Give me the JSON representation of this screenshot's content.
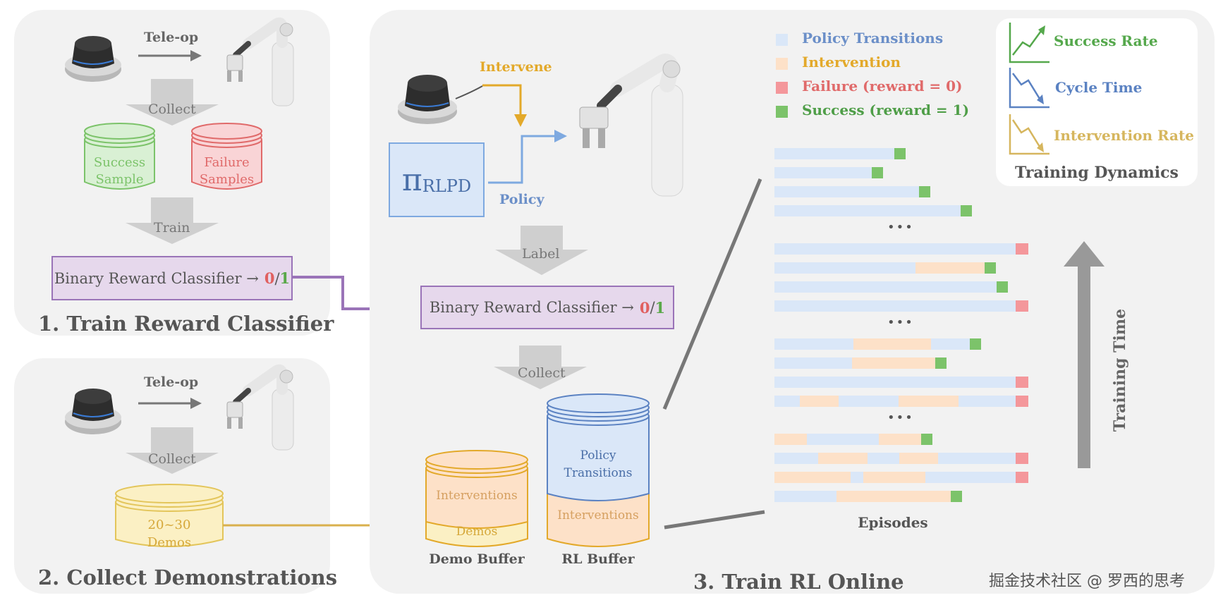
{
  "panel1": {
    "teleop_label": "Tele-op",
    "collect_label": "Collect",
    "success_sample": "Success\nSample",
    "failure_samples": "Failure\nSamples",
    "train_label": "Train",
    "classifier_text": "Binary Reward Classifier →",
    "classifier_zero": "0",
    "classifier_slash": "/",
    "classifier_one": "1",
    "title": "1. Train Reward Classifier"
  },
  "panel2": {
    "teleop_label": "Tele-op",
    "collect_label": "Collect",
    "demos_text": "20~30\nDemos",
    "title": "2. Collect Demonstrations"
  },
  "panel3": {
    "intervene_label": "Intervene",
    "policy_label": "Policy",
    "policy_symbol": "π",
    "policy_subscript": "RLPD",
    "label_arrow": "Label",
    "classifier_text": "Binary Reward Classifier →",
    "classifier_zero": "0",
    "classifier_slash": "/",
    "classifier_one": "1",
    "collect_label": "Collect",
    "demo_buffer_top": "Interventions",
    "demo_buffer_bottom": "Demos",
    "demo_buffer_label": "Demo Buffer",
    "rl_buffer_top": "Policy\nTransitions",
    "rl_buffer_bottom": "Interventions",
    "rl_buffer_label": "RL Buffer",
    "legend": [
      {
        "label": "Policy Transitions",
        "color": "#6b8fc8",
        "swatch": "#dae7f8"
      },
      {
        "label": "Intervention",
        "color": "#e3a92a",
        "swatch": "#fde1c8"
      },
      {
        "label": "Failure (reward = 0)",
        "color": "#e06a6a",
        "swatch": "#f4979b"
      },
      {
        "label": "Success (reward = 1)",
        "color": "#4f9e48",
        "swatch": "#7cc36a"
      }
    ],
    "ellipsis": "•••",
    "episodes_label": "Episodes",
    "training_time_label": "Training Time",
    "dynamics": {
      "items": [
        {
          "label": "Success Rate",
          "color": "#55a84c"
        },
        {
          "label": "Cycle Time",
          "color": "#5b82c2"
        },
        {
          "label": "Intervention Rate",
          "color": "#d6b65e"
        }
      ],
      "title": "Training Dynamics"
    },
    "title": "3. Train RL Online",
    "episodes": [
      {
        "segments": [
          [
            "p",
            170
          ],
          [
            "s",
            16
          ]
        ]
      },
      {
        "segments": [
          [
            "p",
            138
          ],
          [
            "s",
            16
          ]
        ]
      },
      {
        "segments": [
          [
            "p",
            205
          ],
          [
            "s",
            16
          ]
        ]
      },
      {
        "segments": [
          [
            "p",
            264
          ],
          [
            "s",
            16
          ]
        ]
      },
      {
        "ellipsis": true
      },
      {
        "segments": [
          [
            "p",
            342
          ],
          [
            "f",
            18
          ]
        ]
      },
      {
        "segments": [
          [
            "p",
            200
          ],
          [
            "i",
            98
          ],
          [
            "s",
            16
          ]
        ]
      },
      {
        "segments": [
          [
            "p",
            315
          ],
          [
            "s",
            16
          ]
        ]
      },
      {
        "segments": [
          [
            "p",
            342
          ],
          [
            "f",
            18
          ]
        ]
      },
      {
        "ellipsis": true
      },
      {
        "segments": [
          [
            "p",
            112
          ],
          [
            "i",
            110
          ],
          [
            "p",
            55
          ],
          [
            "s",
            16
          ]
        ]
      },
      {
        "segments": [
          [
            "p",
            110
          ],
          [
            "i",
            118
          ],
          [
            "s",
            16
          ]
        ]
      },
      {
        "segments": [
          [
            "p",
            342
          ],
          [
            "f",
            18
          ]
        ]
      },
      {
        "segments": [
          [
            "p",
            36
          ],
          [
            "i",
            55
          ],
          [
            "p",
            85
          ],
          [
            "i",
            85
          ],
          [
            "p",
            81
          ],
          [
            "f",
            18
          ]
        ]
      },
      {
        "ellipsis": true
      },
      {
        "segments": [
          [
            "i",
            46
          ],
          [
            "p",
            102
          ],
          [
            "i",
            60
          ],
          [
            "s",
            16
          ]
        ]
      },
      {
        "segments": [
          [
            "p",
            62
          ],
          [
            "i",
            70
          ],
          [
            "p",
            45
          ],
          [
            "i",
            55
          ],
          [
            "p",
            110
          ],
          [
            "f",
            18
          ]
        ]
      },
      {
        "segments": [
          [
            "i",
            108
          ],
          [
            "p",
            18
          ],
          [
            "i",
            88
          ],
          [
            "p",
            128
          ],
          [
            "f",
            18
          ]
        ]
      },
      {
        "segments": [
          [
            "p",
            88
          ],
          [
            "i",
            162
          ],
          [
            "s",
            16
          ]
        ]
      }
    ]
  },
  "watermark": "掘金技术社区 @ 罗西的思考"
}
